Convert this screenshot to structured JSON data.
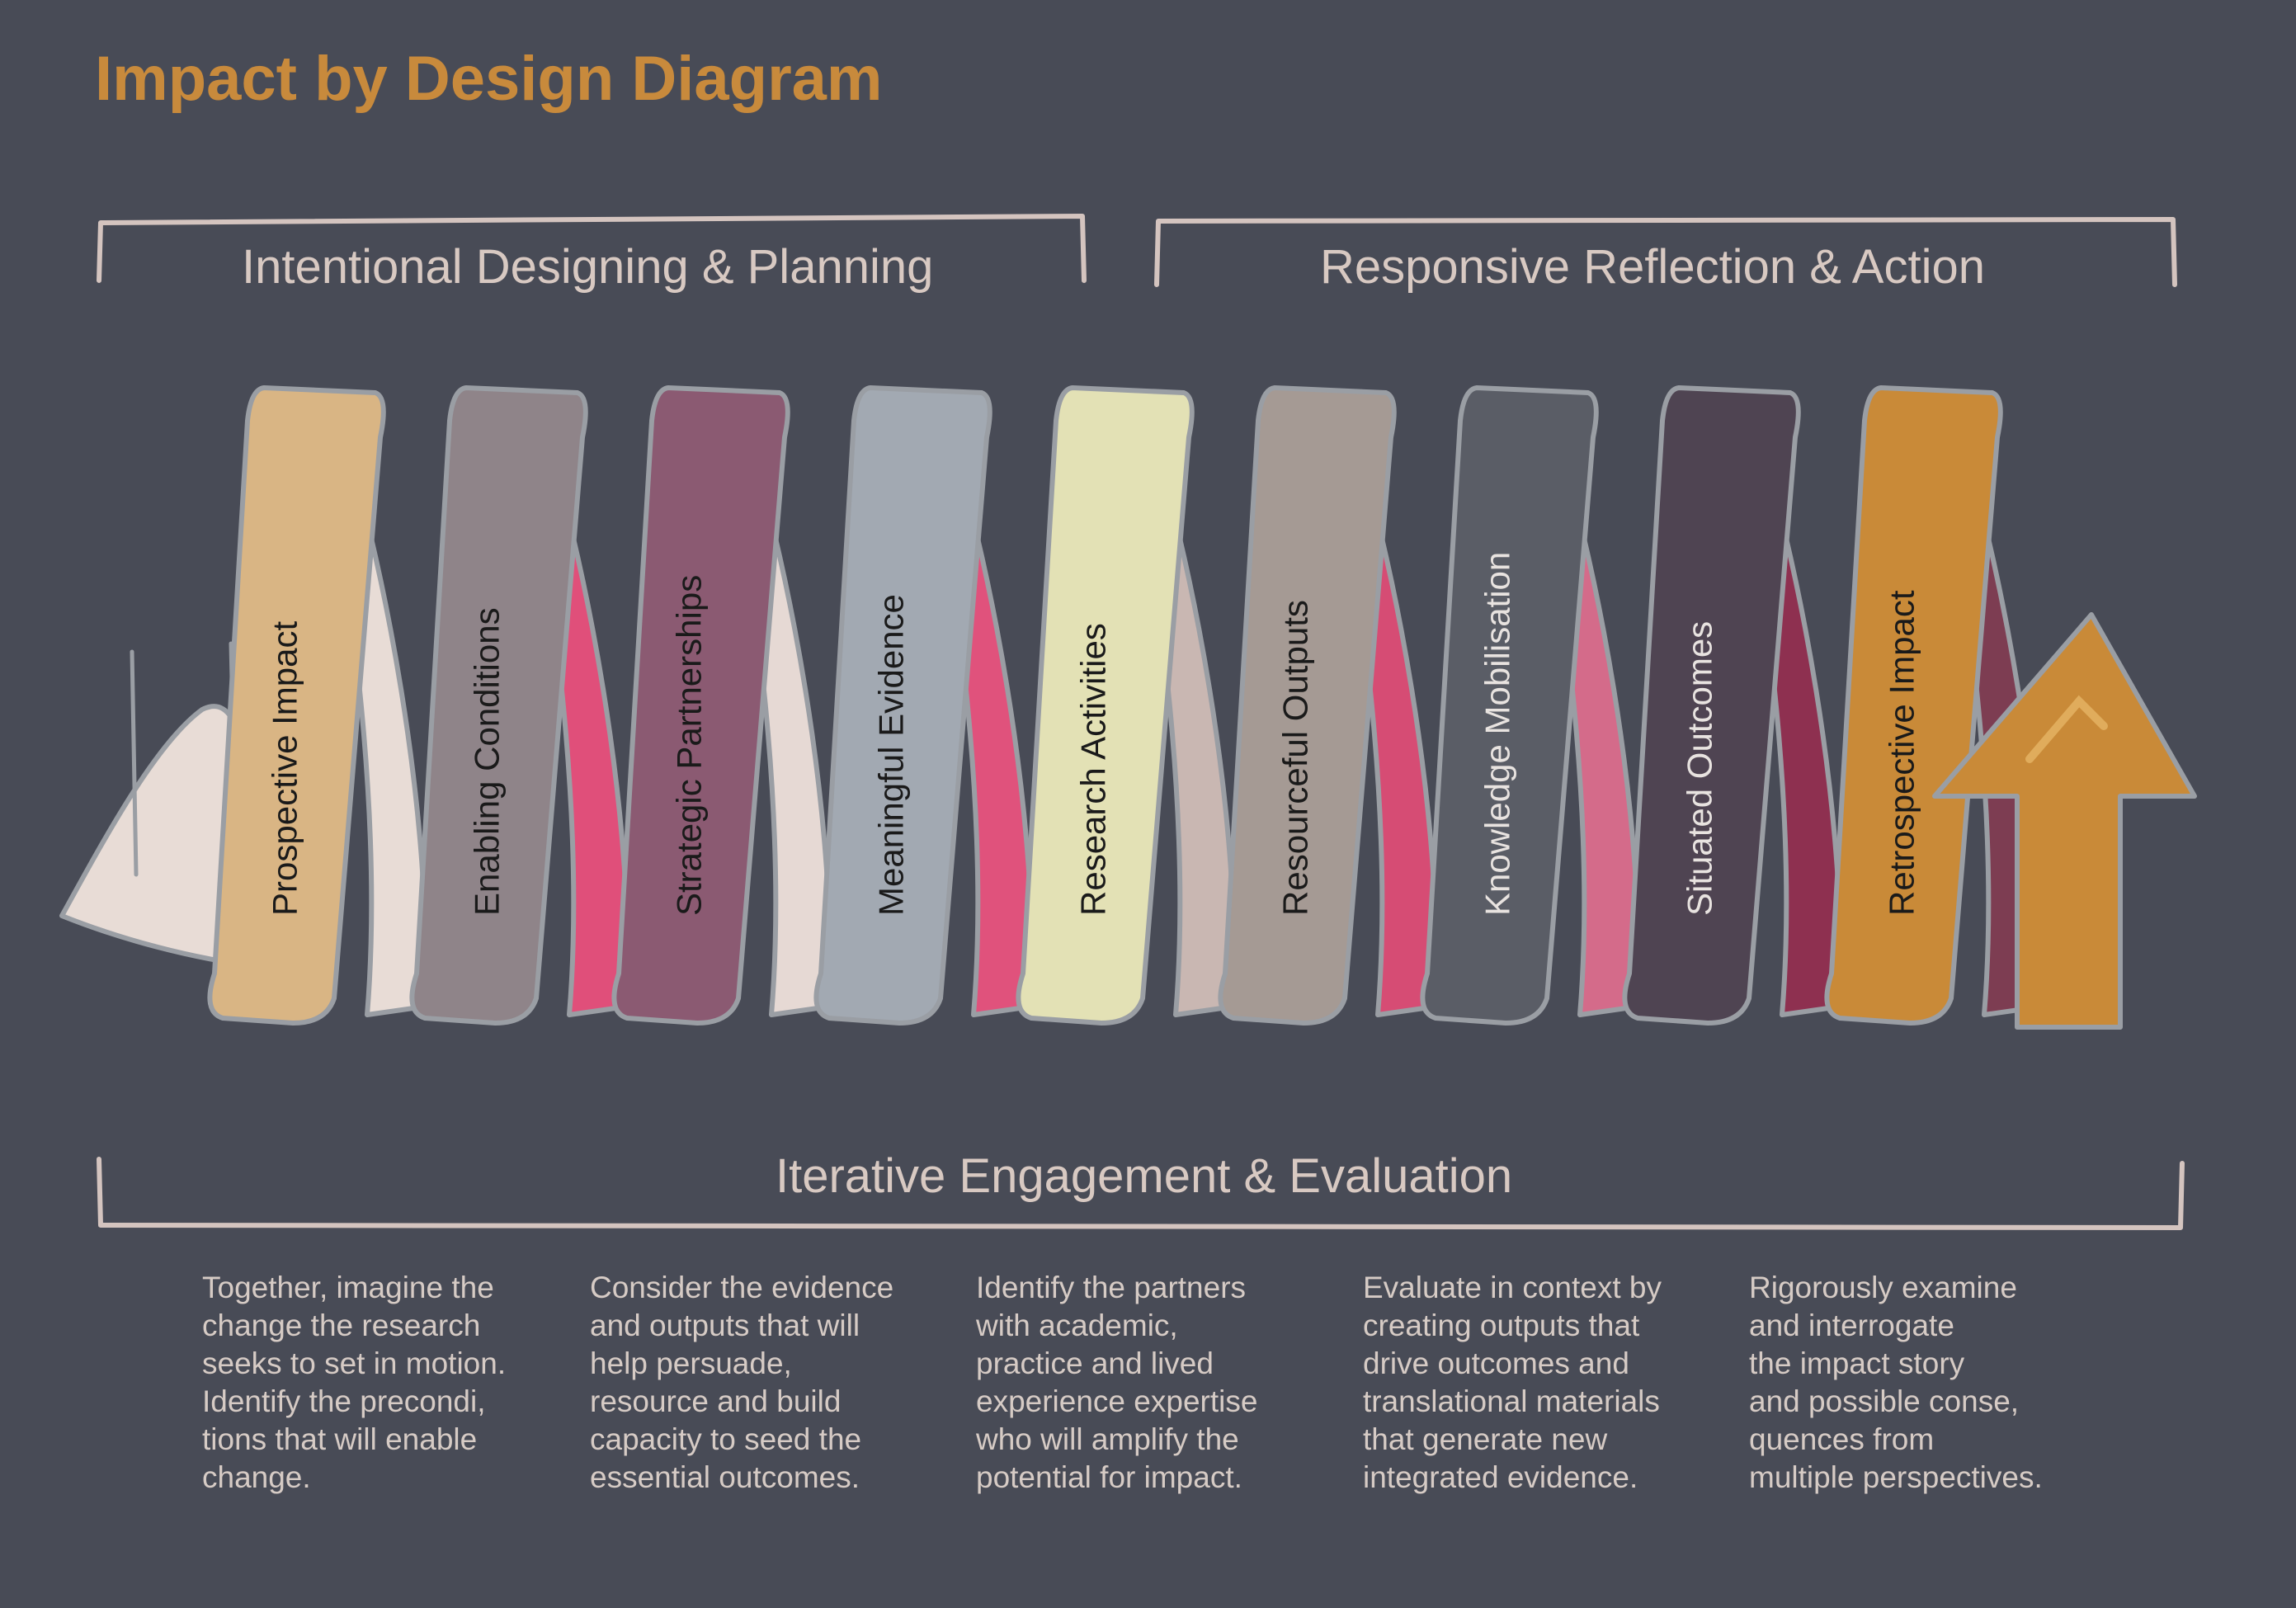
{
  "title": "Impact by Design Diagram",
  "phases": {
    "top_left": "Intentional Designing & Planning",
    "top_right": "Responsive Reflection & Action",
    "bottom": "Iterative Engagement & Evaluation"
  },
  "stages": [
    {
      "label": "Prospective Impact",
      "front": "#d9b584",
      "back": "#e8dcd6",
      "text": "#1a1a1a"
    },
    {
      "label": "Enabling Conditions",
      "front": "#8f8489",
      "back": "#e04f7a",
      "text": "#1a1a1a"
    },
    {
      "label": "Strategic Partnerships",
      "front": "#8b5a72",
      "back": "#e6d9d4",
      "text": "#1a1a1a"
    },
    {
      "label": "Meaningful Evidence",
      "front": "#a2a9b2",
      "back": "#e0527c",
      "text": "#1a1a1a"
    },
    {
      "label": "Research Activities",
      "front": "#e3e1b5",
      "back": "#c9b7b2",
      "text": "#1a1a1a"
    },
    {
      "label": "Resourceful Outputs",
      "front": "#a59a94",
      "back": "#d64c74",
      "text": "#1a1a1a"
    },
    {
      "label": "Knowledge Mobilisation",
      "front": "#5a5d66",
      "back": "#d46b8a",
      "text": "#e8e3e0"
    },
    {
      "label": "Situated Outcomes",
      "front": "#4f4452",
      "back": "#8e3050",
      "text": "#e8e3e0"
    },
    {
      "label": "Retrospective Impact",
      "front": "#c98a38",
      "back": "#7d3d52",
      "text": "#1a1a1a"
    }
  ],
  "colors": {
    "background": "#484b56",
    "title": "#c88a3c",
    "bracket": "#d4c4bf",
    "outline": "#9a9ea4",
    "arrow": "#c98a38",
    "entry_wave": "#e8dcd6"
  },
  "descriptions": [
    {
      "lines": [
        "Together, imagine the",
        "change the research",
        "seeks to set in motion.",
        "Identify the precondi,",
        "tions that will enable",
        "change."
      ]
    },
    {
      "lines": [
        "Consider the evidence",
        "and outputs that will",
        "help persuade,",
        "resource and build",
        "capacity to seed the",
        "essential outcomes."
      ]
    },
    {
      "lines": [
        "Identify the partners",
        "with academic,",
        "practice and lived",
        "experience expertise",
        "who will amplify the",
        "potential for impact."
      ]
    },
    {
      "lines": [
        "Evaluate in context by",
        "creating outputs that",
        "drive outcomes  and",
        "translational materials",
        "that generate new",
        "integrated evidence."
      ]
    },
    {
      "lines": [
        "Rigorously examine",
        "and interrogate",
        "the impact story",
        "and possible conse,",
        "quences from",
        "multiple perspectives."
      ]
    }
  ]
}
